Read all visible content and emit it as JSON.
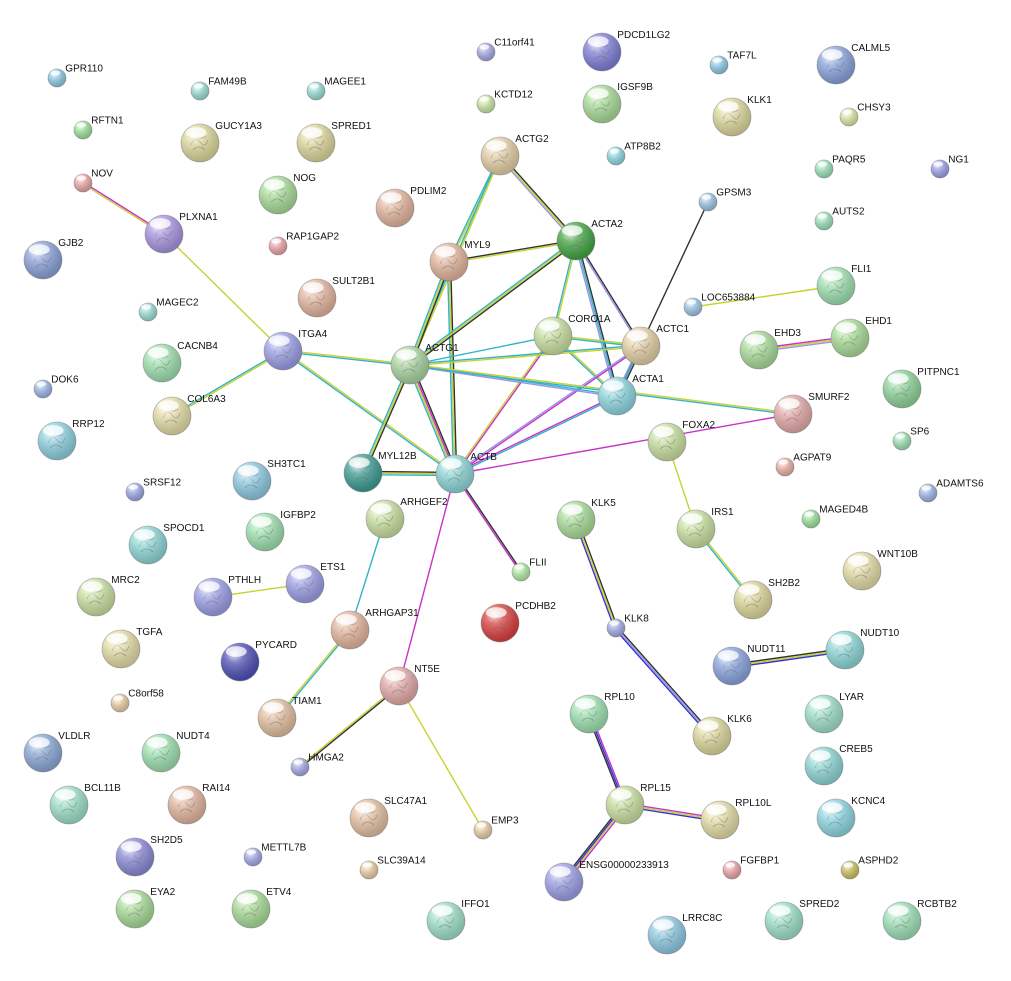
{
  "diagram": {
    "nodes": [
      {
        "id": "GPR110",
        "label": "GPR110",
        "color": "#8ec9e2",
        "size": "small"
      },
      {
        "id": "FAM49B",
        "label": "FAM49B",
        "color": "#9adbd2",
        "size": "small"
      },
      {
        "id": "MAGEE1",
        "label": "MAGEE1",
        "color": "#9adbd2",
        "size": "small"
      },
      {
        "id": "C11orf41",
        "label": "C11orf41",
        "color": "#a3a9e3",
        "size": "small"
      },
      {
        "id": "PDCD1LG2",
        "label": "PDCD1LG2",
        "color": "#7f7fd6",
        "size": "large"
      },
      {
        "id": "TAF7L",
        "label": "TAF7L",
        "color": "#8ec9e2",
        "size": "small"
      },
      {
        "id": "CALML5",
        "label": "CALML5",
        "color": "#8aa3dc",
        "size": "large"
      },
      {
        "id": "RFTN1",
        "label": "RFTN1",
        "color": "#9be09a",
        "size": "small"
      },
      {
        "id": "GUCY1A3",
        "label": "GUCY1A3",
        "color": "#dcd79c",
        "size": "large"
      },
      {
        "id": "SPRED1",
        "label": "SPRED1",
        "color": "#dcd79c",
        "size": "large"
      },
      {
        "id": "KCTD12",
        "label": "KCTD12",
        "color": "#c9e6a6",
        "size": "small"
      },
      {
        "id": "IGSF9B",
        "label": "IGSF9B",
        "color": "#a9dc98",
        "size": "large"
      },
      {
        "id": "KLK1",
        "label": "KLK1",
        "color": "#dcd79c",
        "size": "large"
      },
      {
        "id": "CHSY3",
        "label": "CHSY3",
        "color": "#dce5a6",
        "size": "small"
      },
      {
        "id": "NOV",
        "label": "NOV",
        "color": "#e7a7a5",
        "size": "small"
      },
      {
        "id": "ACTG2",
        "label": "ACTG2",
        "color": "#e4cfa6",
        "size": "large"
      },
      {
        "id": "ATP8B2",
        "label": "ATP8B2",
        "color": "#8ed6e0",
        "size": "small"
      },
      {
        "id": "PAQR5",
        "label": "PAQR5",
        "color": "#9be0b8",
        "size": "small"
      },
      {
        "id": "NG1",
        "label": "NG1",
        "color": "#9c9ee6",
        "size": "small"
      },
      {
        "id": "NOG",
        "label": "NOG",
        "color": "#a9dc98",
        "size": "large"
      },
      {
        "id": "PDLIM2",
        "label": "PDLIM2",
        "color": "#e3b59e",
        "size": "large"
      },
      {
        "id": "GPSM3",
        "label": "GPSM3",
        "color": "#9cc4e4",
        "size": "small"
      },
      {
        "id": "PLXNA1",
        "label": "PLXNA1",
        "color": "#a894e0",
        "size": "large"
      },
      {
        "id": "GJB2",
        "label": "GJB2",
        "color": "#8ba1d9",
        "size": "large"
      },
      {
        "id": "RAP1GAP2",
        "label": "RAP1GAP2",
        "color": "#e8a3a6",
        "size": "small"
      },
      {
        "id": "ACTA2",
        "label": "ACTA2",
        "color": "#44a544",
        "size": "large"
      },
      {
        "id": "AUTS2",
        "label": "AUTS2",
        "color": "#9be0b8",
        "size": "small"
      },
      {
        "id": "MYL9",
        "label": "MYL9",
        "color": "#e3b59e",
        "size": "large"
      },
      {
        "id": "FLI1",
        "label": "FLI1",
        "color": "#9ee0b0",
        "size": "large"
      },
      {
        "id": "SULT2B1",
        "label": "SULT2B1",
        "color": "#e3b59e",
        "size": "large"
      },
      {
        "id": "LOC653884",
        "label": "LOC653884",
        "color": "#9cc4e4",
        "size": "small"
      },
      {
        "id": "MAGEC2",
        "label": "MAGEC2",
        "color": "#9adbd2",
        "size": "small"
      },
      {
        "id": "CORO1A",
        "label": "CORO1A",
        "color": "#c9e0a0",
        "size": "large"
      },
      {
        "id": "ACTC1",
        "label": "ACTC1",
        "color": "#e4cfa6",
        "size": "large"
      },
      {
        "id": "EHD3",
        "label": "EHD3",
        "color": "#a9dc98",
        "size": "large"
      },
      {
        "id": "EHD1",
        "label": "EHD1",
        "color": "#a9dc98",
        "size": "large"
      },
      {
        "id": "ITGA4",
        "label": "ITGA4",
        "color": "#9c9ee6",
        "size": "large"
      },
      {
        "id": "CACNB4",
        "label": "CACNB4",
        "color": "#9ee0b0",
        "size": "large"
      },
      {
        "id": "ACTG1",
        "label": "ACTG1",
        "color": "#a9d3a0",
        "size": "large"
      },
      {
        "id": "PITPNC1",
        "label": "PITPNC1",
        "color": "#8fd39a",
        "size": "large"
      },
      {
        "id": "DOK6",
        "label": "DOK6",
        "color": "#9cb4e4",
        "size": "small"
      },
      {
        "id": "ACTA1",
        "label": "ACTA1",
        "color": "#8ed6e0",
        "size": "large"
      },
      {
        "id": "COL6A3",
        "label": "COL6A3",
        "color": "#e4dca6",
        "size": "large"
      },
      {
        "id": "SMURF2",
        "label": "SMURF2",
        "color": "#e3aaa8",
        "size": "large"
      },
      {
        "id": "RRP12",
        "label": "RRP12",
        "color": "#8ed0e0",
        "size": "large"
      },
      {
        "id": "SP6",
        "label": "SP6",
        "color": "#9be0b0",
        "size": "small"
      },
      {
        "id": "FOXA2",
        "label": "FOXA2",
        "color": "#c9e0a0",
        "size": "large"
      },
      {
        "id": "SH3TC1",
        "label": "SH3TC1",
        "color": "#8ec9e2",
        "size": "large"
      },
      {
        "id": "MYL12B",
        "label": "MYL12B",
        "color": "#3f9c94",
        "size": "large"
      },
      {
        "id": "ACTB",
        "label": "ACTB",
        "color": "#8ed6d6",
        "size": "large"
      },
      {
        "id": "AGPAT9",
        "label": "AGPAT9",
        "color": "#e8b0a4",
        "size": "small"
      },
      {
        "id": "SRSF12",
        "label": "SRSF12",
        "color": "#9ea6e4",
        "size": "small"
      },
      {
        "id": "ARHGEF2",
        "label": "ARHGEF2",
        "color": "#c9e0a0",
        "size": "large"
      },
      {
        "id": "ADAMTS6",
        "label": "ADAMTS6",
        "color": "#9cb4e4",
        "size": "small"
      },
      {
        "id": "IGFBP2",
        "label": "IGFBP2",
        "color": "#9ee0b0",
        "size": "large"
      },
      {
        "id": "KLK5",
        "label": "KLK5",
        "color": "#a9dc98",
        "size": "large"
      },
      {
        "id": "IRS1",
        "label": "IRS1",
        "color": "#c9e0a0",
        "size": "large"
      },
      {
        "id": "MAGED4B",
        "label": "MAGED4B",
        "color": "#9be09a",
        "size": "small"
      },
      {
        "id": "SPOCD1",
        "label": "SPOCD1",
        "color": "#8ed6d6",
        "size": "large"
      },
      {
        "id": "ETS1",
        "label": "ETS1",
        "color": "#9c9ee6",
        "size": "large"
      },
      {
        "id": "FLII",
        "label": "FLII",
        "color": "#b2e6a6",
        "size": "small"
      },
      {
        "id": "WNT10B",
        "label": "WNT10B",
        "color": "#e4dca6",
        "size": "large"
      },
      {
        "id": "MRC2",
        "label": "MRC2",
        "color": "#c9e0a0",
        "size": "large"
      },
      {
        "id": "PTHLH",
        "label": "PTHLH",
        "color": "#9c9ee6",
        "size": "large"
      },
      {
        "id": "SH2B2",
        "label": "SH2B2",
        "color": "#dcd79c",
        "size": "large"
      },
      {
        "id": "PCDHB2",
        "label": "PCDHB2",
        "color": "#d94040",
        "size": "large"
      },
      {
        "id": "KLK8",
        "label": "KLK8",
        "color": "#a3a9e3",
        "size": "small"
      },
      {
        "id": "TGFA",
        "label": "TGFA",
        "color": "#e4dca6",
        "size": "large"
      },
      {
        "id": "ARHGAP31",
        "label": "ARHGAP31",
        "color": "#e3b59e",
        "size": "large"
      },
      {
        "id": "PYCARD",
        "label": "PYCARD",
        "color": "#5050b8",
        "size": "large"
      },
      {
        "id": "NUDT11",
        "label": "NUDT11",
        "color": "#8aa3dc",
        "size": "large"
      },
      {
        "id": "NUDT10",
        "label": "NUDT10",
        "color": "#8ed6d6",
        "size": "large"
      },
      {
        "id": "NT5E",
        "label": "NT5E",
        "color": "#e3aaa8",
        "size": "large"
      },
      {
        "id": "C8orf58",
        "label": "C8orf58",
        "color": "#e8cca4",
        "size": "small"
      },
      {
        "id": "TIAM1",
        "label": "TIAM1",
        "color": "#e3c0a0",
        "size": "large"
      },
      {
        "id": "LYAR",
        "label": "LYAR",
        "color": "#9ee0c8",
        "size": "large"
      },
      {
        "id": "RPL10",
        "label": "RPL10",
        "color": "#9ee0b0",
        "size": "large"
      },
      {
        "id": "KLK6",
        "label": "KLK6",
        "color": "#dcd79c",
        "size": "large"
      },
      {
        "id": "VLDLR",
        "label": "VLDLR",
        "color": "#8aa8d6",
        "size": "large"
      },
      {
        "id": "NUDT4",
        "label": "NUDT4",
        "color": "#9ee0b0",
        "size": "large"
      },
      {
        "id": "HMGA2",
        "label": "HMGA2",
        "color": "#a3a9e3",
        "size": "small"
      },
      {
        "id": "CREB5",
        "label": "CREB5",
        "color": "#8ed6d6",
        "size": "large"
      },
      {
        "id": "BCL11B",
        "label": "BCL11B",
        "color": "#9ee0c8",
        "size": "large"
      },
      {
        "id": "RAI14",
        "label": "RAI14",
        "color": "#e3b59e",
        "size": "large"
      },
      {
        "id": "SLC47A1",
        "label": "SLC47A1",
        "color": "#e3c0a0",
        "size": "large"
      },
      {
        "id": "EMP3",
        "label": "EMP3",
        "color": "#e8cca4",
        "size": "small"
      },
      {
        "id": "RPL15",
        "label": "RPL15",
        "color": "#c9e0a0",
        "size": "large"
      },
      {
        "id": "RPL10L",
        "label": "RPL10L",
        "color": "#e4dca6",
        "size": "large"
      },
      {
        "id": "KCNC4",
        "label": "KCNC4",
        "color": "#8ed6e0",
        "size": "large"
      },
      {
        "id": "SH2D5",
        "label": "SH2D5",
        "color": "#8a8ad6",
        "size": "large"
      },
      {
        "id": "METTL7B",
        "label": "METTL7B",
        "color": "#a3a9e3",
        "size": "small"
      },
      {
        "id": "SLC39A14",
        "label": "SLC39A14",
        "color": "#e8cca4",
        "size": "small"
      },
      {
        "id": "ENSG00000233913",
        "label": "ENSG00000233913",
        "color": "#9c9ee6",
        "size": "large"
      },
      {
        "id": "FGFBP1",
        "label": "FGFBP1",
        "color": "#e8a3a6",
        "size": "small"
      },
      {
        "id": "ASPHD2",
        "label": "ASPHD2",
        "color": "#c8c060",
        "size": "small"
      },
      {
        "id": "EYA2",
        "label": "EYA2",
        "color": "#a9dc98",
        "size": "large"
      },
      {
        "id": "ETV4",
        "label": "ETV4",
        "color": "#a9dc98",
        "size": "large"
      },
      {
        "id": "IFFO1",
        "label": "IFFO1",
        "color": "#9ee0c8",
        "size": "large"
      },
      {
        "id": "LRRC8C",
        "label": "LRRC8C",
        "color": "#8ec9e2",
        "size": "large"
      },
      {
        "id": "SPRED2",
        "label": "SPRED2",
        "color": "#9ee0c8",
        "size": "large"
      },
      {
        "id": "RCBTB2",
        "label": "RCBTB2",
        "color": "#9ee0b8",
        "size": "large"
      }
    ],
    "edges": [
      {
        "source": "NOV",
        "target": "PLXNA1",
        "colors": [
          "#c832c8",
          "#c8d232"
        ]
      },
      {
        "source": "PLXNA1",
        "target": "ITGA4",
        "colors": [
          "#c8d232"
        ]
      },
      {
        "source": "ITGA4",
        "target": "COL6A3",
        "colors": [
          "#c8d232",
          "#32b4c8"
        ]
      },
      {
        "source": "ITGA4",
        "target": "ACTG1",
        "colors": [
          "#c8d232",
          "#32b4c8"
        ]
      },
      {
        "source": "ITGA4",
        "target": "ACTB",
        "colors": [
          "#c8d232",
          "#32b4c8"
        ]
      },
      {
        "source": "ACTG2",
        "target": "ACTA2",
        "colors": [
          "#323232",
          "#c8d232",
          "#9696e6"
        ]
      },
      {
        "source": "ACTG2",
        "target": "MYL9",
        "colors": [
          "#c8d232",
          "#32b4c8"
        ]
      },
      {
        "source": "ACTG2",
        "target": "ACTG1",
        "colors": [
          "#c8d232",
          "#32b4c8"
        ]
      },
      {
        "source": "MYL9",
        "target": "ACTA2",
        "colors": [
          "#323232",
          "#c8d232"
        ]
      },
      {
        "source": "MYL9",
        "target": "ACTG1",
        "colors": [
          "#323232",
          "#c8d232",
          "#32b4c8"
        ]
      },
      {
        "source": "MYL9",
        "target": "ACTB",
        "colors": [
          "#323232",
          "#c8d232",
          "#32b4c8"
        ]
      },
      {
        "source": "ACTA2",
        "target": "CORO1A",
        "colors": [
          "#c8d232",
          "#32b4c8"
        ]
      },
      {
        "source": "ACTA2",
        "target": "ACTC1",
        "colors": [
          "#323232",
          "#9696e6"
        ]
      },
      {
        "source": "ACTA2",
        "target": "ACTA1",
        "colors": [
          "#323232",
          "#32b4c8",
          "#9696e6"
        ]
      },
      {
        "source": "ACTA2",
        "target": "ACTG1",
        "colors": [
          "#323232",
          "#c8d232",
          "#32b4c8"
        ]
      },
      {
        "source": "GPSM3",
        "target": "ACTA1",
        "colors": [
          "#323232"
        ]
      },
      {
        "source": "LOC653884",
        "target": "FLI1",
        "colors": [
          "#c8d232"
        ]
      },
      {
        "source": "EHD3",
        "target": "EHD1",
        "colors": [
          "#c832c8",
          "#c8d232",
          "#9696e6"
        ]
      },
      {
        "source": "CORO1A",
        "target": "ACTG1",
        "colors": [
          "#32b4c8"
        ]
      },
      {
        "source": "CORO1A",
        "target": "ACTB",
        "colors": [
          "#c832c8",
          "#c8d232"
        ]
      },
      {
        "source": "CORO1A",
        "target": "ACTC1",
        "colors": [
          "#c8d232",
          "#32b4c8"
        ]
      },
      {
        "source": "CORO1A",
        "target": "ACTA1",
        "colors": [
          "#c8d232",
          "#32b4c8"
        ]
      },
      {
        "source": "ACTC1",
        "target": "ACTA1",
        "colors": [
          "#323232",
          "#32b4c8",
          "#9696e6"
        ]
      },
      {
        "source": "ACTC1",
        "target": "ACTG1",
        "colors": [
          "#c8d232",
          "#32b4c8"
        ]
      },
      {
        "source": "ACTC1",
        "target": "ACTB",
        "colors": [
          "#c832c8",
          "#9696e6"
        ]
      },
      {
        "source": "ACTG1",
        "target": "ACTA1",
        "colors": [
          "#32b4c8",
          "#9696e6"
        ]
      },
      {
        "source": "ACTG1",
        "target": "SMURF2",
        "colors": [
          "#c8d232",
          "#32b4c8"
        ]
      },
      {
        "source": "ACTG1",
        "target": "MYL12B",
        "colors": [
          "#323232",
          "#c8d232",
          "#32b4c8"
        ]
      },
      {
        "source": "ACTG1",
        "target": "ACTB",
        "colors": [
          "#323232",
          "#c832c8",
          "#c8d232",
          "#32b4c8"
        ]
      },
      {
        "source": "ACTB",
        "target": "ACTA1",
        "colors": [
          "#c832c8",
          "#32b4c8"
        ]
      },
      {
        "source": "ACTB",
        "target": "SMURF2",
        "colors": [
          "#c832c8"
        ]
      },
      {
        "source": "MYL12B",
        "target": "ACTB",
        "colors": [
          "#323232",
          "#c8d232",
          "#32b4c8"
        ]
      },
      {
        "source": "ACTB",
        "target": "FLII",
        "colors": [
          "#323232",
          "#c832c8"
        ]
      },
      {
        "source": "ACTB",
        "target": "NT5E",
        "colors": [
          "#c832c8"
        ]
      },
      {
        "source": "FOXA2",
        "target": "IRS1",
        "colors": [
          "#c8d232"
        ]
      },
      {
        "source": "IRS1",
        "target": "SH2B2",
        "colors": [
          "#c8d232",
          "#32b4c8"
        ]
      },
      {
        "source": "ARHGEF2",
        "target": "ARHGAP31",
        "colors": [
          "#32b4c8"
        ]
      },
      {
        "source": "ARHGAP31",
        "target": "TIAM1",
        "colors": [
          "#32b4c8",
          "#c8d232"
        ]
      },
      {
        "source": "PTHLH",
        "target": "ETS1",
        "colors": [
          "#c8d232"
        ]
      },
      {
        "source": "KLK5",
        "target": "KLK8",
        "colors": [
          "#323232",
          "#c8d232",
          "#3232dc"
        ]
      },
      {
        "source": "KLK8",
        "target": "KLK6",
        "colors": [
          "#323232",
          "#9696e6",
          "#3232dc"
        ]
      },
      {
        "source": "NUDT11",
        "target": "NUDT10",
        "colors": [
          "#323232",
          "#c8d232",
          "#3232dc"
        ]
      },
      {
        "source": "NT5E",
        "target": "HMGA2",
        "colors": [
          "#323232",
          "#c8d232"
        ]
      },
      {
        "source": "NT5E",
        "target": "EMP3",
        "colors": [
          "#c8d232"
        ]
      },
      {
        "source": "RPL10",
        "target": "RPL15",
        "colors": [
          "#c832c8",
          "#3232dc",
          "#323232"
        ]
      },
      {
        "source": "RPL15",
        "target": "RPL10L",
        "colors": [
          "#c832c8",
          "#c8d232",
          "#3232dc"
        ]
      },
      {
        "source": "RPL15",
        "target": "ENSG00000233913",
        "colors": [
          "#c832c8",
          "#c8d232",
          "#3232dc",
          "#323232"
        ]
      }
    ]
  }
}
